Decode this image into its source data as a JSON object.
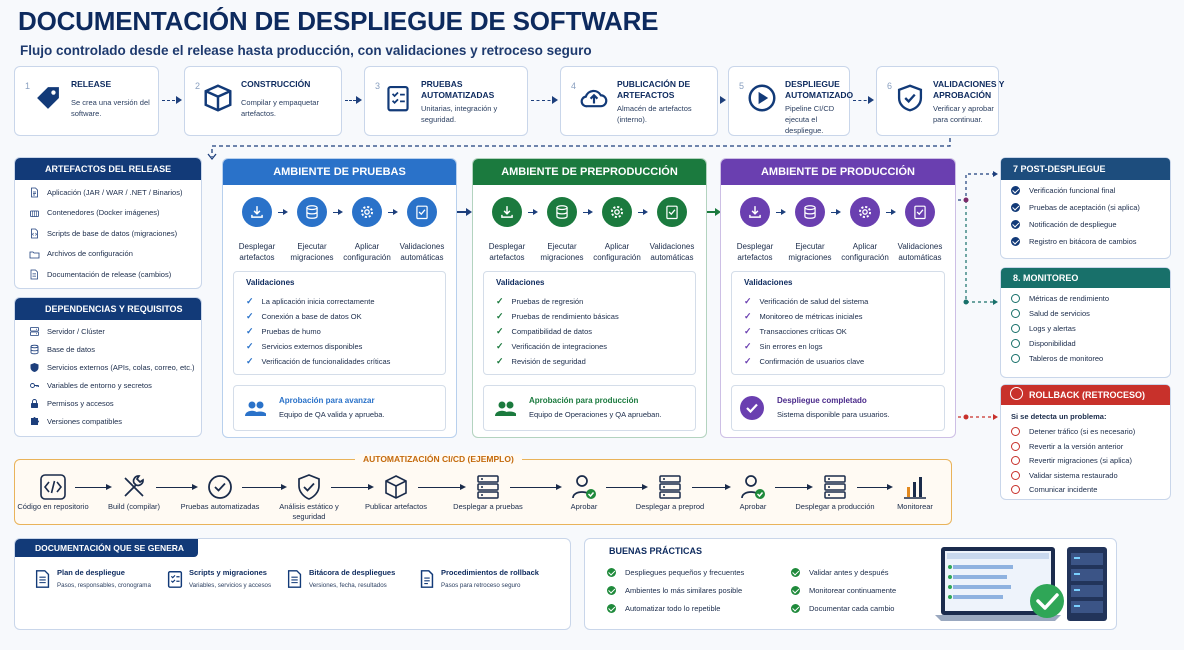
{
  "header": {
    "title": "DOCUMENTACIÓN DE DESPLIEGUE DE SOFTWARE",
    "subtitle": "Flujo controlado desde el release hasta producción, con validaciones y retroceso seguro"
  },
  "steps": [
    {
      "num": "1",
      "title": "RELEASE",
      "desc": "Se crea una versión del software.",
      "icon": "tag-icon"
    },
    {
      "num": "2",
      "title": "CONSTRUCCIÓN",
      "desc": "Compilar y empaquetar artefactos.",
      "icon": "box-icon"
    },
    {
      "num": "3",
      "title": "PRUEBAS AUTOMATIZADAS",
      "desc": "Unitarias, integración y seguridad.",
      "icon": "checklist-icon"
    },
    {
      "num": "4",
      "title": "PUBLICACIÓN DE ARTEFACTOS",
      "desc": "Almacén de artefactos (interno).",
      "icon": "cloud-upload-icon"
    },
    {
      "num": "5",
      "title": "DESPLIEGUE AUTOMATIZADO",
      "desc": "Pipeline CI/CD ejecuta el despliegue.",
      "icon": "play-icon"
    },
    {
      "num": "6",
      "title": "VALIDACIONES Y APROBACIÓN",
      "desc": "Verificar y aprobar para continuar.",
      "icon": "shield-check-icon"
    }
  ],
  "artifacts": {
    "title": "ARTEFACTOS DEL RELEASE",
    "items": [
      "Aplicación (JAR / WAR / .NET / Binarios)",
      "Contenedores (Docker imágenes)",
      "Scripts de base de datos (migraciones)",
      "Archivos de configuración",
      "Documentación de release (cambios)"
    ]
  },
  "dependencies": {
    "title": "DEPENDENCIAS Y REQUISITOS",
    "items": [
      "Servidor / Clúster",
      "Base de datos",
      "Servicios externos (APIs, colas, correo, etc.)",
      "Variables de entorno y secretos",
      "Permisos y accesos",
      "Versiones compatibles"
    ]
  },
  "env_steps": [
    "Desplegar artefactos",
    "Ejecutar migraciones",
    "Aplicar configuración",
    "Validaciones automáticas"
  ],
  "environments": [
    {
      "title": "AMBIENTE DE PRUEBAS",
      "color": "#2a72c9",
      "val_title": "Validaciones",
      "validations": [
        "La aplicación inicia correctamente",
        "Conexión a base de datos OK",
        "Pruebas de humo",
        "Servicios externos disponibles",
        "Verificación de funcionalidades críticas"
      ],
      "appr_title": "Aprobación para avanzar",
      "appr_desc": "Equipo de QA valida y aprueba."
    },
    {
      "title": "AMBIENTE DE PREPRODUCCIÓN",
      "color": "#1b7a3e",
      "val_title": "Validaciones",
      "validations": [
        "Pruebas de regresión",
        "Pruebas de rendimiento básicas",
        "Compatibilidad de datos",
        "Verificación de integraciones",
        "Revisión de seguridad"
      ],
      "appr_title": "Aprobación para producción",
      "appr_desc": "Equipo de Operaciones y QA aprueban."
    },
    {
      "title": "AMBIENTE DE PRODUCCIÓN",
      "color": "#6a3fb0",
      "val_title": "Validaciones",
      "validations": [
        "Verificación de salud del sistema",
        "Monitoreo de métricas iniciales",
        "Transacciones críticas OK",
        "Sin errores en logs",
        "Confirmación de usuarios clave"
      ],
      "appr_title": "Despliegue completado",
      "appr_desc": "Sistema disponible para usuarios."
    }
  ],
  "post": {
    "title": "7  POST-DESPLIEGUE",
    "items": [
      "Verificación funcional final",
      "Pruebas de aceptación (si aplica)",
      "Notificación de despliegue",
      "Registro en bitácora de cambios"
    ]
  },
  "monitor": {
    "title": "8. MONITOREO",
    "items": [
      "Métricas de rendimiento",
      "Salud de servicios",
      "Logs y alertas",
      "Disponibilidad",
      "Tableros de monitoreo"
    ]
  },
  "rollback": {
    "title": "ROLLBACK (RETROCESO)",
    "intro": "Si se detecta un problema:",
    "items": [
      "Detener tráfico (si es necesario)",
      "Revertir a la versión anterior",
      "Revertir migraciones (si aplica)",
      "Validar sistema restaurado",
      "Comunicar incidente"
    ]
  },
  "pipeline": {
    "title": "AUTOMATIZACIÓN CI/CD (EJEMPLO)",
    "steps": [
      "Código en repositorio",
      "Build (compilar)",
      "Pruebas automatizadas",
      "Análisis estático y seguridad",
      "Publicar artefactos",
      "Desplegar a pruebas",
      "Aprobar",
      "Desplegar a preprod",
      "Aprobar",
      "Desplegar a producción",
      "Monitorear"
    ]
  },
  "docs": {
    "title": "DOCUMENTACIÓN QUE SE GENERA",
    "items": [
      {
        "title": "Plan de despliegue",
        "desc": "Pasos, responsables, cronograma"
      },
      {
        "title": "Scripts y migraciones",
        "desc": "Variables, servicios y accesos"
      },
      {
        "title": "Bitácora de despliegues",
        "desc": "Versiones, fecha, resultados"
      },
      {
        "title": "Procedimientos de rollback",
        "desc": "Pasos para retroceso seguro"
      }
    ]
  },
  "practices": {
    "title": "BUENAS PRÁCTICAS",
    "left": [
      "Despliegues pequeños y frecuentes",
      "Ambientes lo más similares posible",
      "Automatizar todo lo repetible"
    ],
    "right": [
      "Validar antes y después",
      "Monitorear continuamente",
      "Documentar cada cambio"
    ]
  }
}
